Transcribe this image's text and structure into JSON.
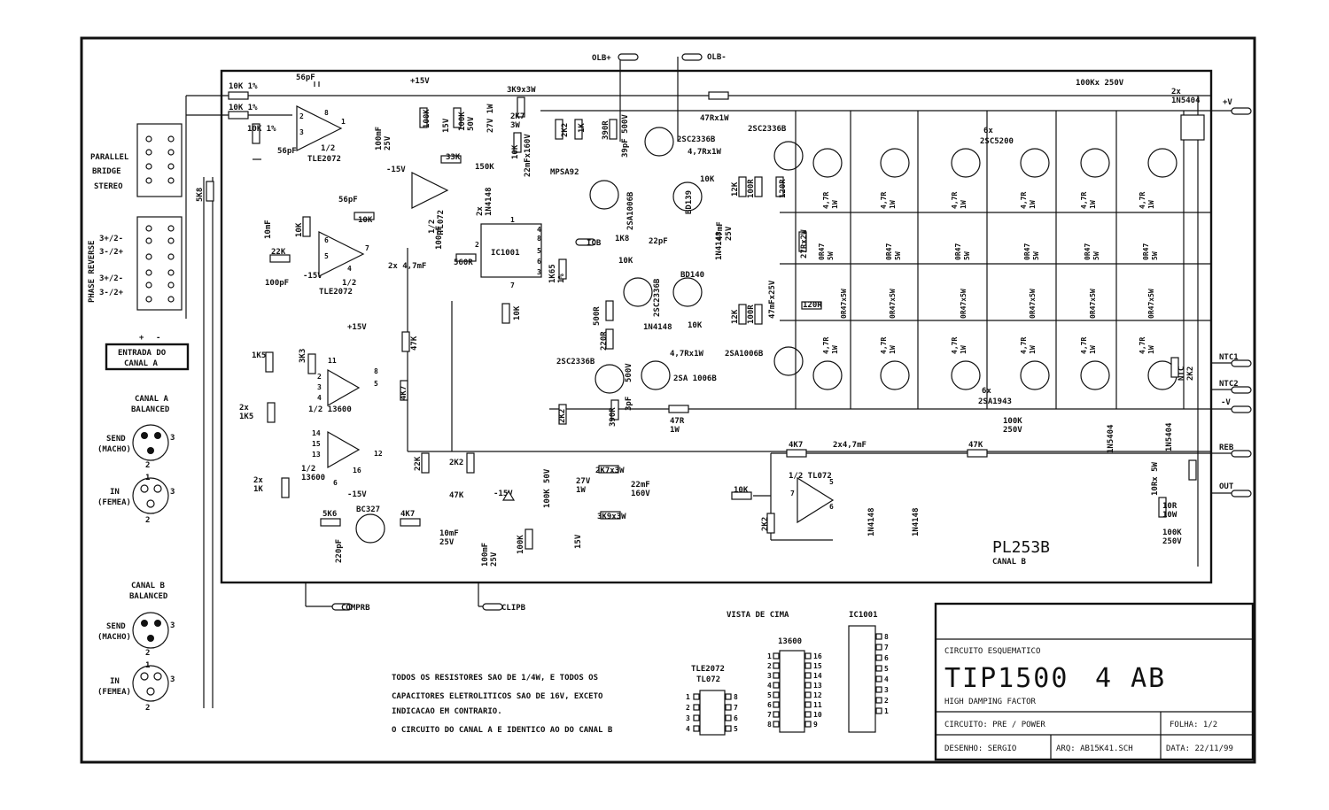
{
  "board": {
    "name": "PL253B",
    "channel": "CANAL B"
  },
  "rails": {
    "olb_plus": "OLB+",
    "olb_minus": "OLB-",
    "v_plus": "+V",
    "v_minus": "-V",
    "p15": "+15V",
    "m15": "-15V",
    "m15b": "-15V",
    "p15b": "+15V",
    "m15c": "-15V",
    "m15d": "-15V"
  },
  "switch_labels": {
    "parallel": "PARALLEL",
    "bridge": "BRIDGE",
    "stereo": "STEREO",
    "phase_reverse": "PHASE REVERSE",
    "p1": "3+/2-",
    "p2": "3-/2+",
    "p3": "3+/2-",
    "p4": "3-/2+"
  },
  "input": {
    "entrada_l1": "ENTRADA DO",
    "entrada_l2": "CANAL A",
    "plus": "+",
    "minus": "-"
  },
  "canal_a": {
    "title_l1": "CANAL A",
    "title_l2": "BALANCED",
    "send_l1": "SEND",
    "send_l2": "(MACHO)",
    "in_l1": "IN",
    "in_l2": "(FEMEA)"
  },
  "canal_b": {
    "title_l1": "CANAL B",
    "title_l2": "BALANCED",
    "send_l1": "SEND",
    "send_l2": "(MACHO)",
    "in_l1": "IN",
    "in_l2": "(FEMEA)"
  },
  "pin_numbers": {
    "one": "1",
    "two": "2",
    "three": "3"
  },
  "preamp": {
    "r10k1": "10K 1%",
    "r10k2": "10K 1%",
    "c56pf": "56pF",
    "r10k3": "10K 1%",
    "c56pf2": "56pF",
    "ic_half": "1/2",
    "ic_tle": "TLE2072",
    "r5k8": "5K8",
    "c10mf": "10mF",
    "r10k4": "10K",
    "c56pf3": "56pF",
    "r10k5": "10K",
    "r22k": "22K",
    "c100pf": "100pF",
    "ic2_half": "1/2",
    "ic2_tle": "TLE2072",
    "cap2x": "2x 4,7mF",
    "pin8": "8",
    "pin2": "2",
    "pin3": "3",
    "pin1": "1",
    "pin6": "6",
    "pin5": "5",
    "pin7": "7",
    "pin4": "4"
  },
  "vca": {
    "r1k5": "1K5",
    "r3k3": "3K3",
    "r2x1k5": "2x\n1K5",
    "ic_half": "1/2  13600",
    "ic2_half": "1/2\n13600",
    "r2x1k": "2x\n1K",
    "r47k": "47K",
    "r4k7": "4K7",
    "r22k": "22K",
    "p11": "11",
    "p2": "2",
    "p3": "3",
    "p4": "4",
    "p8": "8",
    "p5": "5",
    "p14": "14",
    "p15": "15",
    "p13": "13",
    "p6": "6",
    "p12": "12",
    "p16": "16"
  },
  "comp_section": {
    "r5k6": "5K6",
    "bc327": "BC327",
    "r4k7": "4K7",
    "c220pf": "220pF",
    "c10mf25": "10mF\n25V",
    "r2k2": "2K2",
    "r47k": "47K",
    "c100mf": "100mF\n25V",
    "r100k": "100K",
    "z15v": "15V",
    "r3k9": "3K9x3W",
    "comprb": "COMPRB",
    "clipb": "CLIPB"
  },
  "driver": {
    "c100mf25": "100mF\n25V",
    "r100k": "100K",
    "z15v": "15V",
    "r100k50": "100K\n50V",
    "z27v": "27V 1W",
    "r3k9": "3K9x3W",
    "r2k7": "2K7\n3W",
    "r33k": "33K",
    "r150k": "150K",
    "d2x": "2x\n1N4148",
    "tl072": "1/2\nTL072",
    "r10k": "10K",
    "c22mf": "22mFx160V",
    "r2k2": "2K2",
    "r1k": "1K",
    "mpsa92": "MPSA92",
    "r390": "390R",
    "c39pf": "39pF 500V",
    "q2sa1006": "2SA1006B",
    "ic1001": "IC1001",
    "icb": "ICB",
    "r560": "560R",
    "c100pf": "100pF",
    "r1k8": "1K8",
    "r1k65": "1K65\n1%",
    "c22pf": "22pF",
    "r10k2": "10K",
    "q2sc2336": "2SC2336B",
    "r500": "500R",
    "r220": "220R",
    "d1n4148": "1N4148",
    "r10k3": "10K",
    "q2sc2336b2": "2SC2336B",
    "q2sa1006b2": "2SA 1006B",
    "r4k7x1w": "4,7Rx1W",
    "r390b": "390R",
    "c3pf": "3pF",
    "c500v": "500V",
    "r47r1w": "47R\n1W",
    "r2k2b": "2K2",
    "r10k4": "10K",
    "p1": "1",
    "p2": "2",
    "p3": "3",
    "p4": "4",
    "p5": "5",
    "p6": "6",
    "p7": "7",
    "p8": "8"
  },
  "output": {
    "r47rx1w": "47Rx1W",
    "q2sc2336": "2SC2336B",
    "r4k7x1w": "4,7Rx1W",
    "bd139": "BD139",
    "r10k": "10K",
    "r12k": "12K",
    "r100r": "100R",
    "r120r": "120R",
    "c47mf": "47mF\n25V",
    "d1n4148": "1N4148",
    "bd140": "BD140",
    "r12k2": "12K",
    "r100r2": "100R",
    "c47mf2": "47mFx25V",
    "r10k2": "10K",
    "r120r2": "120R",
    "q2sa1006": "2SA1006B",
    "r4k7x1w2": "4,7Rx1W",
    "r27r": "27Rx2W",
    "n6x_top": "6x",
    "q2sc5200": "2SC5200",
    "n6x_bot": "6x",
    "q2sa1943": "2SA1943",
    "r47r": "4,7R\n1W",
    "r0r47": "0R47\n5W",
    "r0r47x5w": "0R47x5W",
    "c100k250": "100Kx 250V",
    "d2x": "2x\n1N5404",
    "c100k250b": "100K\n250V",
    "d1n5404": "1N5404",
    "d1n5404b": "1N5404",
    "ntc": "NTC\n2K2",
    "ntc1": "NTC1",
    "ntc2": "NTC2",
    "reb": "REB",
    "out": "OUT",
    "r10rx5w": "10Rx 5W",
    "r10r10w": "10R\n10W",
    "c100k250c": "100K\n250V"
  },
  "feedback": {
    "r4k7": "4K7",
    "c2x47": "2x4,7mF",
    "r47k": "47K",
    "tl072": "1/2 TL072",
    "r10k": "10K",
    "r2k2": "2K2",
    "d1": "1N4148",
    "d2": "1N4148",
    "z27v": "27V\n1W",
    "c22mf": "22mF\n160V",
    "r2k7": "2K7x3W",
    "c50v": "50V",
    "r100k": "100K",
    "m15": "-15V",
    "p7": "7",
    "p5": "5",
    "p6": "6"
  },
  "notes": {
    "l1": "TODOS OS   RESISTORES   SAO DE 1/4W,  E TODOS OS",
    "l2": "CAPACITORES ELETROLITICOS    SAO DE 16V,  EXCETO",
    "l3": "INDICACAO EM CONTRARIO.",
    "l4": "O CIRCUITO  DO CANAL A  E IDENTICO  AO DO CANAL B"
  },
  "packages": {
    "vista": "VISTA DE CIMA",
    "tle_l1": "TLE2072",
    "tle_l2": "TL072",
    "tle_left": [
      "1",
      "2",
      "3",
      "4"
    ],
    "tle_right": [
      "8",
      "7",
      "6",
      "5"
    ],
    "c13600": "13600",
    "c13600_left": [
      "1",
      "2",
      "3",
      "4",
      "5",
      "6",
      "7",
      "8"
    ],
    "c13600_right": [
      "16",
      "15",
      "14",
      "13",
      "12",
      "11",
      "10",
      "9"
    ],
    "ic1001": "IC1001",
    "ic1001_pins": [
      "8",
      "7",
      "6",
      "5",
      "4",
      "3",
      "2",
      "1"
    ]
  },
  "title_block": {
    "label_type": "CIRCUITO ESQUEMATICO",
    "title": "TIP1500",
    "model": "4 AB",
    "subtitle": "HIGH DAMPING FACTOR",
    "circuit": "CIRCUITO:  PRE / POWER",
    "sheet": "FOLHA: 1/2",
    "drawn": "DESENHO: SERGIO",
    "file": "ARQ: AB15K41.SCH",
    "date": "DATA: 22/11/99"
  }
}
